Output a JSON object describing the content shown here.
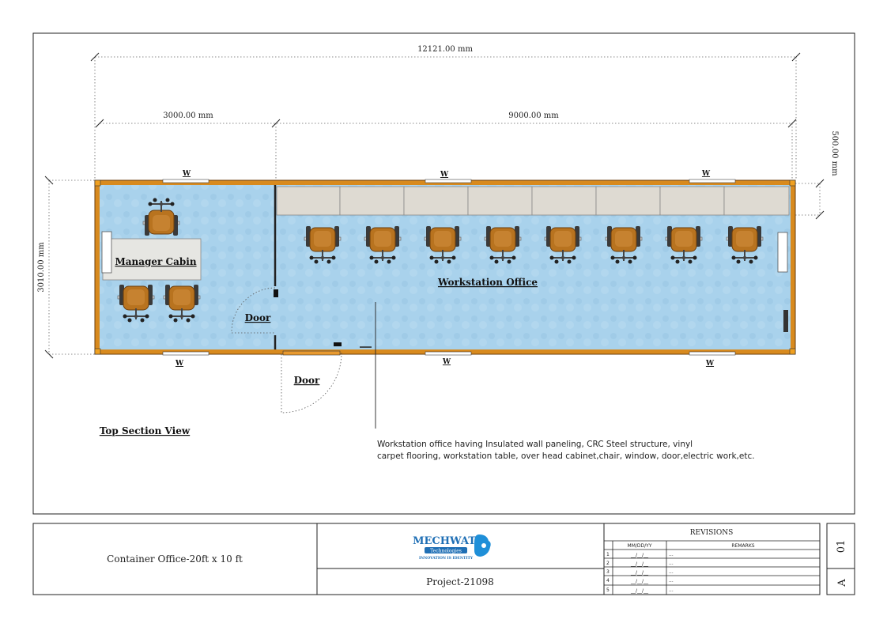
{
  "dimensions": {
    "overall_length": "12121.00 mm",
    "cabin_length": "3000.00 mm",
    "workstation_length": "9000.00 mm",
    "overall_width": "3010.00 mm",
    "cabinet_depth": "500.00 mm"
  },
  "rooms": {
    "manager": "Manager Cabin",
    "workstation": "Workstation Office"
  },
  "doors": {
    "inner": "Door",
    "outer": "Door"
  },
  "window_label": "W",
  "view_title": "Top Section View",
  "description": {
    "line1": "Workstation office having Insulated wall paneling, CRC Steel structure, vinyl",
    "line2": "carpet flooring, workstation table, over head cabinet,chair, window, door,electric work,etc."
  },
  "title_block": {
    "drawing_title": "Container Office-20ft x 10 ft",
    "project": "Project-21098",
    "logo_name": "MECHWAT",
    "logo_sub": "Technologies",
    "logo_tagline": "INNOVATION IS IDENTITY",
    "revisions_title": "REVISIONS",
    "rev_col_date": "MM/DD/YY",
    "rev_col_remarks": "REMARKS",
    "rev_rows": [
      {
        "num": "1",
        "date": "__/__/__",
        "remark": "..."
      },
      {
        "num": "2",
        "date": "__/__/__",
        "remark": "..."
      },
      {
        "num": "3",
        "date": "__/__/__",
        "remark": "..."
      },
      {
        "num": "4",
        "date": "__/__/__",
        "remark": "..."
      },
      {
        "num": "5",
        "date": "__/__/__",
        "remark": "..."
      }
    ],
    "sheet_number": "01",
    "sheet_size": "A"
  },
  "colors": {
    "floor": "#a9d2ec",
    "wall": "#d88a1e",
    "chair": "#b8731f",
    "cabinet": "#dedad2"
  }
}
